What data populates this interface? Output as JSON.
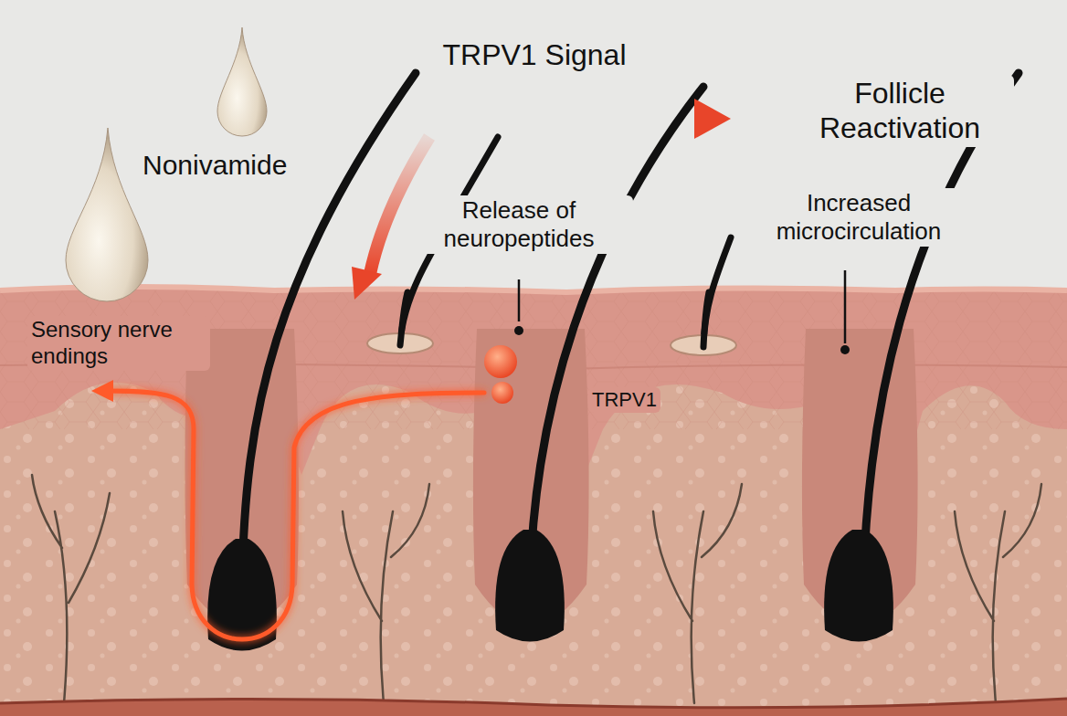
{
  "diagram": {
    "labels": [
      "TRPV1 Signal",
      "Nonivamide",
      "Follicle Reactivation",
      "Release of neuropeptides",
      "Increased microcirculation",
      "Sensory nerve endings",
      "TRPV1"
    ]
  }
}
